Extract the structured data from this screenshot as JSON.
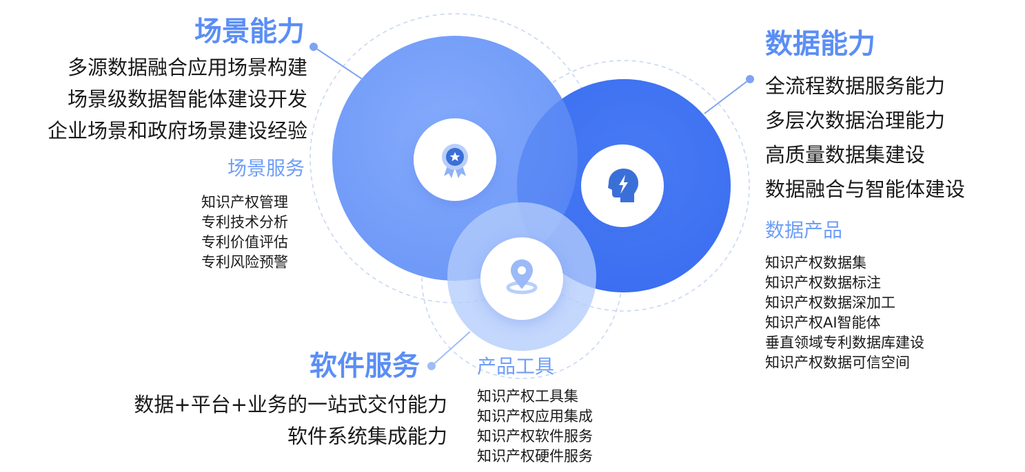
{
  "scene": {
    "title": "场景能力",
    "capabilities": [
      "多源数据融合应用场景构建",
      "场景级数据智能体建设开发",
      "企业场景和政府场景建设经验"
    ],
    "services_title": "场景服务",
    "services": [
      "知识产权管理",
      "专利技术分析",
      "专利价值评估",
      "专利风险预警"
    ]
  },
  "data": {
    "title": "数据能力",
    "capabilities": [
      "全流程数据服务能力",
      "多层次数据治理能力",
      "高质量数据集建设",
      "数据融合与智能体建设"
    ],
    "products_title": "数据产品",
    "products": [
      "知识产权数据集",
      "知识产权数据标注",
      "知识产权数据深加工",
      "知识产权AI智能体",
      "垂直领域专利数据库建设",
      "知识产权数据可信空间"
    ]
  },
  "software": {
    "title": "软件服务",
    "capabilities": [
      "数据+平台+业务的一站式交付能力",
      "软件系统集成能力"
    ],
    "tools_title": "产品工具",
    "tools": [
      "知识产权工具集",
      "知识产权应用集成",
      "知识产权软件服务",
      "知识产权硬件服务"
    ]
  },
  "icons": {
    "scene": "award-badge-icon",
    "data": "brain-lightning-icon",
    "software": "location-pin-icon"
  },
  "colors": {
    "scene_circle": "#6f9cfa",
    "data_circle": "#3f73f2",
    "software_circle": "#a9c4fb",
    "title_blue": "#5b8ef5",
    "icon_blue": "#3b6fd8"
  }
}
